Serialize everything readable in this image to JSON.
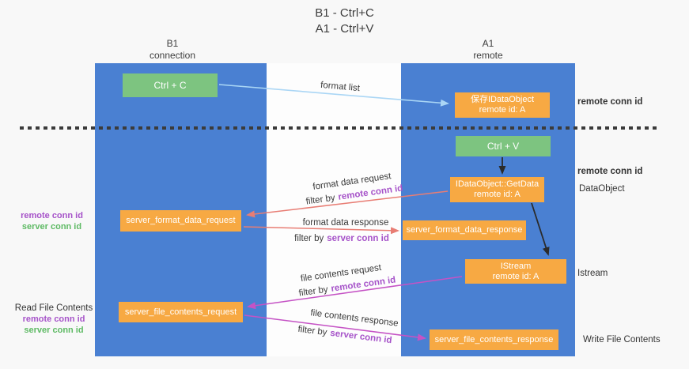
{
  "title": {
    "line1": "B1 - Ctrl+C",
    "line2": "A1 - Ctrl+V"
  },
  "lanes": {
    "left": {
      "header1": "B1",
      "header2": "connection"
    },
    "right": {
      "header1": "A1",
      "header2": "remote"
    }
  },
  "nodes": {
    "ctrl_c": "Ctrl + C",
    "ctrl_v": "Ctrl + V",
    "save_dataobject": {
      "line1": "保存IDataObject",
      "line2": "remote id: A"
    },
    "getdata": {
      "line1": "IDataObject::GetData",
      "line2": "remote id: A"
    },
    "istream": {
      "line1": "IStream",
      "line2": "remote id: A"
    },
    "format_request": "server_format_data_request",
    "format_response": "server_format_data_response",
    "file_request": "server_file_contents_request",
    "file_response": "server_file_contents_response"
  },
  "left_labels": {
    "format": {
      "remote": "remote conn id",
      "server": "server conn id"
    },
    "file": {
      "title": "Read File Contents",
      "remote": "remote conn id",
      "server": "server conn id"
    }
  },
  "right_labels": {
    "top_remote_conn": "remote conn id",
    "mid_remote_conn": "remote conn id",
    "dataobject": "DataObject",
    "istream": "Istream",
    "write_file": "Write File Contents"
  },
  "arrows": {
    "format_list": "format list",
    "format_request": {
      "text": "format data request",
      "filter_prefix": "filter by",
      "filter_key": "remote conn id"
    },
    "format_response": {
      "text": "format data response",
      "filter_prefix": "filter by",
      "filter_key": "server conn id"
    },
    "file_request": {
      "text": "file contents request",
      "filter_prefix": "filter by",
      "filter_key": "remote conn id"
    },
    "file_response": {
      "text": "file contents response",
      "filter_prefix": "filter by",
      "filter_key": "server conn id"
    }
  },
  "colors": {
    "lane_blue": "#4a80d2",
    "node_green": "#7dc480",
    "node_orange": "#f7a943",
    "purple_text": "#a653c9",
    "green_text": "#5eba64",
    "arrow_black": "#2b2b2b",
    "arrow_salmon": "#e87d74",
    "arrow_magenta": "#c553c5",
    "arrow_lightblue": "#aad6f5",
    "dash_line": "#3b3b3b"
  }
}
